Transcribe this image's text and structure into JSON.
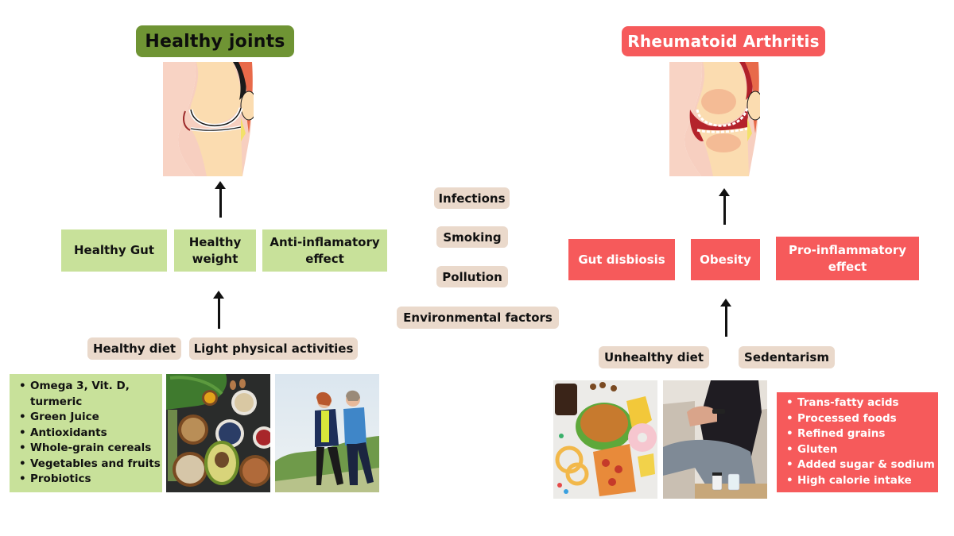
{
  "left": {
    "title": "Healthy joints",
    "title_color": "#6f9434",
    "illustration": "healthy-knee-joint",
    "effects": [
      {
        "label": "Healthy Gut"
      },
      {
        "label": "Healthy weight"
      },
      {
        "label": "Anti-inflamatory effect"
      }
    ],
    "causes": [
      {
        "label": "Healthy diet"
      },
      {
        "label": "Light physical activities"
      }
    ],
    "diet_list": [
      "Omega 3, Vit. D, turmeric",
      "Green Juice",
      "Antioxidants",
      "Whole-grain cereals",
      "Vegetables and fruits",
      "Probiotics"
    ],
    "photos": [
      "healthy-food-photo",
      "women-walking-photo"
    ],
    "box_color": "#c8e19a"
  },
  "center": {
    "factors": [
      {
        "label": "Infections"
      },
      {
        "label": "Smoking"
      },
      {
        "label": "Pollution"
      },
      {
        "label": "Environmental factors"
      }
    ],
    "tag_color": "#ead9cb"
  },
  "right": {
    "title": "Rheumatoid Arthritis",
    "title_color": "#f65a5b",
    "illustration": "inflamed-knee-joint",
    "effects": [
      {
        "label": "Gut disbiosis"
      },
      {
        "label": "Obesity"
      },
      {
        "label": "Pro-inflammatory effect"
      }
    ],
    "causes": [
      {
        "label": "Unhealthy diet"
      },
      {
        "label": "Sedentarism"
      }
    ],
    "diet_list": [
      "Trans-fatty acids",
      "Processed foods",
      "Refined grains",
      "Gluten",
      "Added sugar & sodium",
      "High calorie intake"
    ],
    "photos": [
      "junk-food-photo",
      "sedentary-person-photo"
    ],
    "box_color": "#f65a5b"
  }
}
